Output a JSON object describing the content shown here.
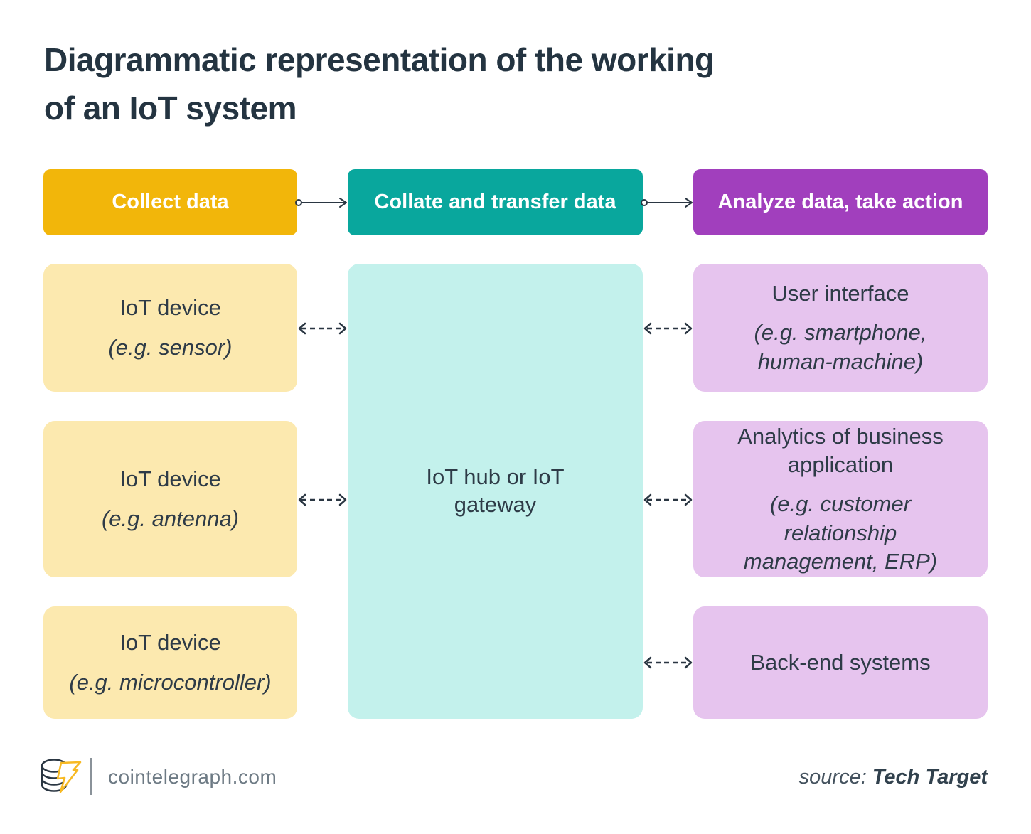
{
  "title": "Diagrammatic representation of the working\nof an IoT system",
  "headers": [
    {
      "label": "Collect data",
      "color": "#F2B60A"
    },
    {
      "label": "Collate and transfer data",
      "color": "#09A79D"
    },
    {
      "label": "Analyze data, take action",
      "color": "#A13FBD"
    }
  ],
  "devices": [
    {
      "title": "IoT device",
      "subtitle": "(e.g. sensor)"
    },
    {
      "title": "IoT device",
      "subtitle": "(e.g. antenna)"
    },
    {
      "title": "IoT device",
      "subtitle": "(e.g. microcontroller)"
    }
  ],
  "hub": {
    "label": "IoT hub or IoT\ngateway"
  },
  "outputs": [
    {
      "title": "User interface",
      "subtitle": "(e.g. smartphone,\nhuman-machine)"
    },
    {
      "title": "Analytics of business\napplication",
      "subtitle": "(e.g. customer relationship\nmanagement, ERP)"
    },
    {
      "title": "Back-end systems"
    }
  ],
  "footer": {
    "site": "cointelegraph.com",
    "source_label": "source:",
    "source_name": "Tech Target"
  },
  "colors": {
    "header_yellow": "#F2B60A",
    "header_teal": "#09A79D",
    "header_purple": "#A13FBD",
    "device_bg": "#FCE9AF",
    "hub_bg": "#C3F1EC",
    "output_bg": "#E6C4EE",
    "title_text": "#243441",
    "box_text": "#2E3B47",
    "arrow": "#2A3642",
    "logo_yellow": "#F7B923",
    "footer_gray": "#6D7A84"
  }
}
